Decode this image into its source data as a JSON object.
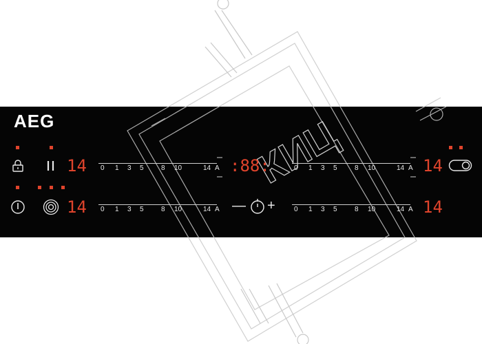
{
  "brand": {
    "logo": "AEG"
  },
  "watermark": {
    "text": "КИЦ"
  },
  "zones": [
    {
      "power_display": "14",
      "scale": [
        "0",
        "1",
        "3",
        "5",
        "8",
        "10",
        "14",
        "A"
      ]
    },
    {
      "power_display": "14",
      "scale": [
        "0",
        "1",
        "3",
        "5",
        "8",
        "10",
        "14",
        "A"
      ]
    },
    {
      "power_display": "14",
      "scale": [
        "0",
        "1",
        "3",
        "5",
        "8",
        "10",
        "14",
        "A"
      ]
    },
    {
      "power_display": "14",
      "scale": [
        "0",
        "1",
        "3",
        "5",
        "8",
        "10",
        "14",
        "A"
      ]
    }
  ],
  "timer": {
    "display": ":88:",
    "minus": "—",
    "plus": "+"
  },
  "colors": {
    "panel": "#050505",
    "display_red": "#e0442c",
    "symbol": "#e8e8e8",
    "watermark": "#c8c8c8"
  },
  "icons": [
    "lock-icon",
    "pause-icon",
    "power-icon",
    "bridge-icon",
    "timer-icon",
    "hob-to-hood-icon"
  ]
}
